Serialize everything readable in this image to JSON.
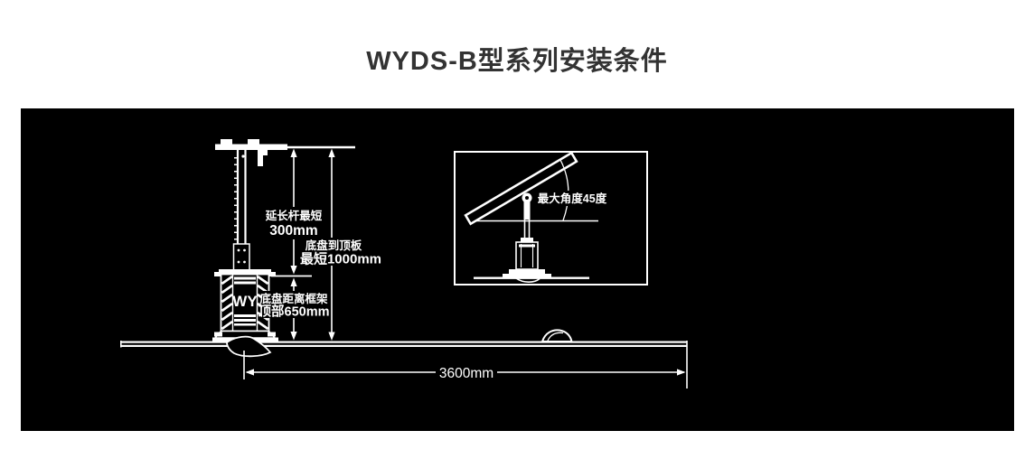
{
  "page": {
    "title": "WYDS-B型系列安装条件"
  },
  "colors": {
    "page_bg": "#ffffff",
    "panel_bg": "#000000",
    "line": "#ffffff",
    "title_text": "#333333"
  },
  "diagram": {
    "motor_marking": "WY",
    "labels": {
      "extension_rod_line1": "延长杆最短",
      "extension_rod_line2": "300mm",
      "base_to_ceiling_line1": "底盘到顶板",
      "base_to_ceiling_line2": "最短1000mm",
      "base_to_frame_line1": "底盘距离框架",
      "base_to_frame_line2": "顶部650mm",
      "diameter": "3600mm",
      "max_angle": "最大角度45度"
    },
    "dimensions": {
      "extension_rod_min_mm": 300,
      "base_to_ceiling_min_mm": 1000,
      "base_to_frame_top_mm": 650,
      "fan_diameter_mm": 3600,
      "max_tilt_deg": 45
    }
  }
}
